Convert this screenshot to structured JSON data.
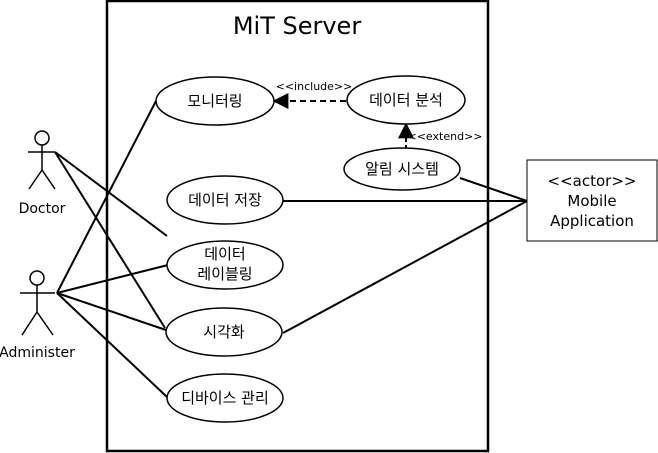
{
  "system": {
    "title": "MiT Server"
  },
  "actors": {
    "doctor": "Doctor",
    "administer": "Administer",
    "mobile_app": {
      "stereotype": "<<actor>>",
      "line1": "Mobile",
      "line2": "Application"
    }
  },
  "use_cases": {
    "monitoring": "모니터링",
    "data_analysis": "데이터 분석",
    "alarm_system": "알림 시스템",
    "data_storage": "데이터 저장",
    "data_labeling_line1": "데이터",
    "data_labeling_line2": "레이블링",
    "visualization": "시각화",
    "device_management": "디바이스 관리"
  },
  "relations": {
    "include": "<<include>>",
    "extend": "<<extend>>"
  }
}
